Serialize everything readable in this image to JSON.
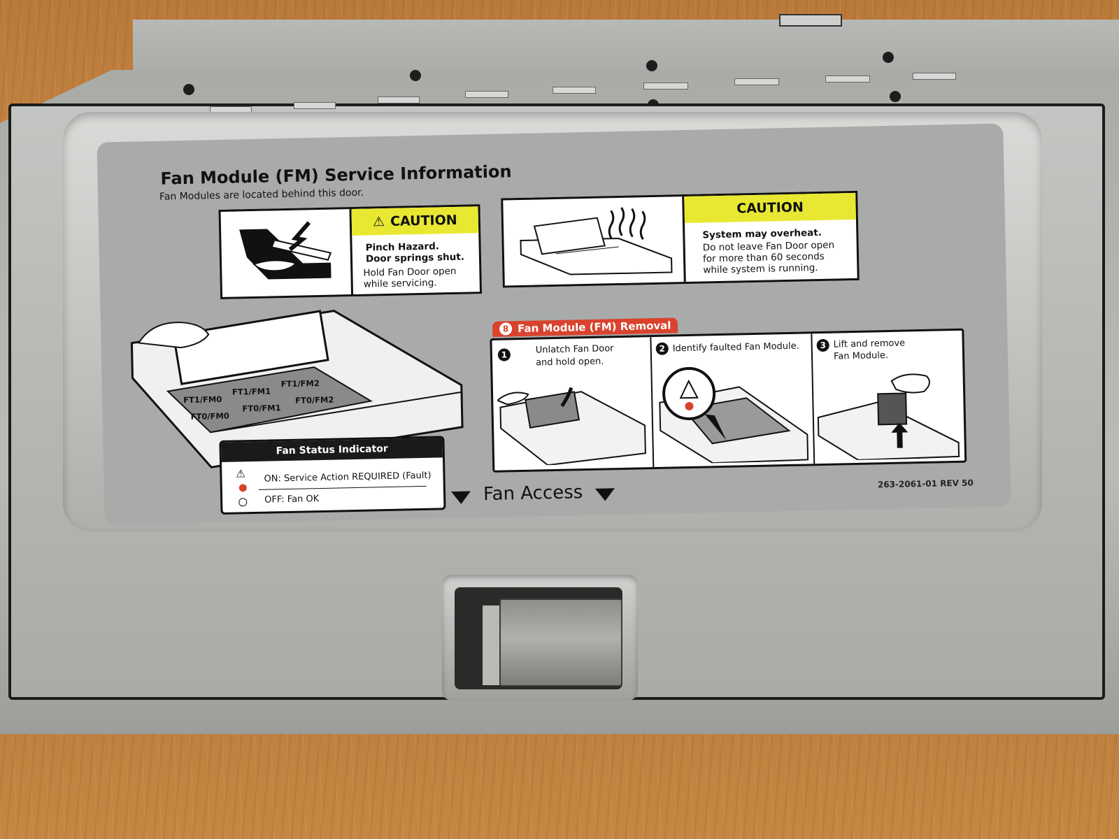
{
  "label": {
    "title": "Fan Module (FM) Service Information",
    "subtitle": "Fan Modules are located behind this door.",
    "caution_left": {
      "header": "CAUTION",
      "line1": "Pinch Hazard.",
      "line2": "Door springs shut.",
      "line3": "Hold Fan Door open",
      "line4": "while servicing."
    },
    "caution_right": {
      "header": "CAUTION",
      "line1": "System may overheat.",
      "line2": "Do not leave Fan Door open",
      "line3": "for more than 60 seconds",
      "line4": "while system is running."
    },
    "fan_slots": [
      "FT1/FM0",
      "FT1/FM1",
      "FT1/FM2",
      "FT0/FM0",
      "FT0/FM1",
      "FT0/FM2"
    ],
    "status": {
      "header": "Fan Status Indicator",
      "on_text": "ON: Service Action REQUIRED (Fault)",
      "off_text": "OFF: Fan OK",
      "fault_color": "#d9432e"
    },
    "removal": {
      "number": "8",
      "header": "Fan Module (FM) Removal",
      "steps": [
        {
          "num": "1",
          "text1": "Unlatch Fan Door",
          "text2": "and hold open."
        },
        {
          "num": "2",
          "text1": "Identify faulted Fan Module.",
          "text2": ""
        },
        {
          "num": "3",
          "text1": "Lift and remove",
          "text2": "Fan Module."
        }
      ]
    },
    "fan_access": "Fan Access",
    "part_number": "263-2061-01 REV 50"
  },
  "colors": {
    "caution_yellow": "#e8e832",
    "removal_red": "#d9432e"
  }
}
